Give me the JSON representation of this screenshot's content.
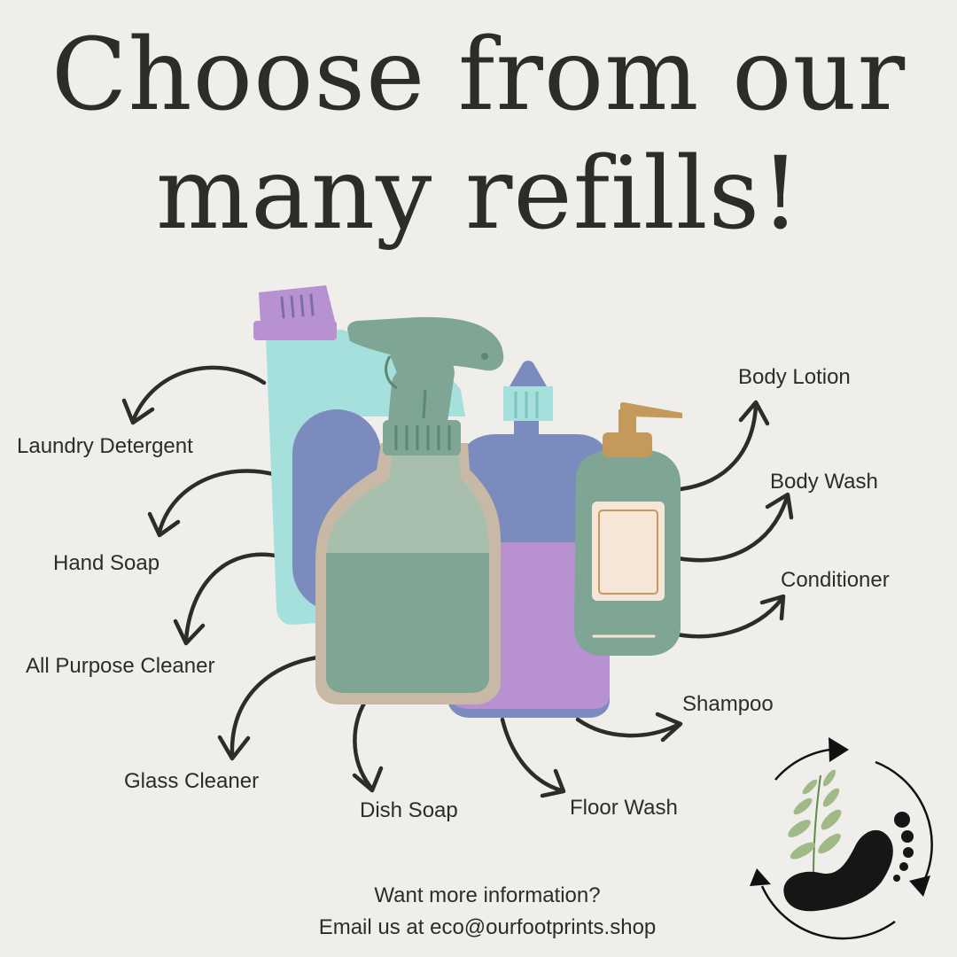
{
  "title": {
    "line1": "Choose from our",
    "line2": "many refills!"
  },
  "refills": [
    "Laundry Detergent",
    "Hand Soap",
    "All Purpose Cleaner",
    "Glass Cleaner",
    "Dish Soap",
    "Floor Wash",
    "Shampoo",
    "Conditioner",
    "Body Wash",
    "Body Lotion"
  ],
  "footer": {
    "question": "Want more information?",
    "email_prefix": "Email us at ",
    "email": "eco@ourfootprints.shop"
  },
  "colors": {
    "background": "#efeeea",
    "text": "#2d2c28",
    "teal": "#a6e0dc",
    "sage": "#7fa594",
    "periwinkle": "#7b8bbd",
    "lavender": "#b892d0",
    "cream": "#f5e6d8",
    "gold": "#c49a5c"
  },
  "logo": {
    "icon": "recycle-footprint-plant-icon"
  }
}
